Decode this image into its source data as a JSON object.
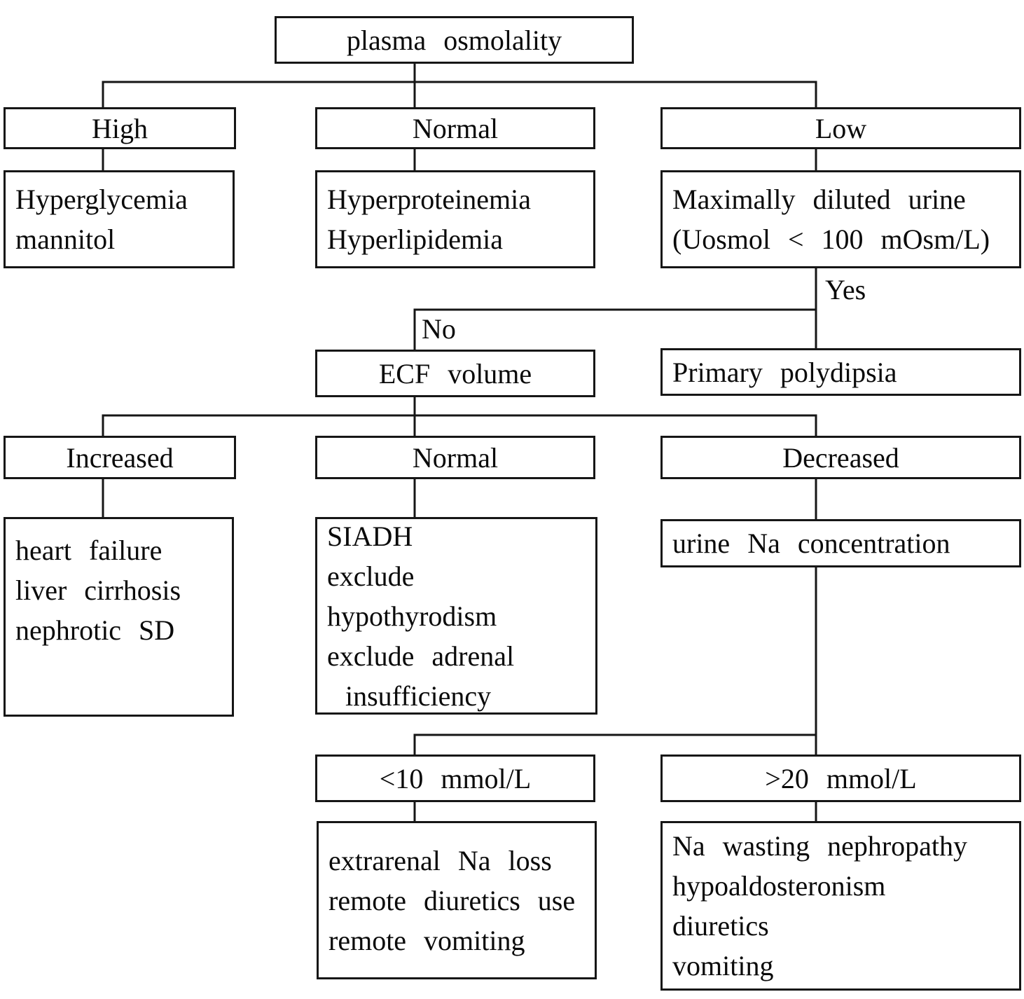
{
  "colors": {
    "ink": "#161616",
    "background": "#ffffff"
  },
  "flowchart": {
    "root": {
      "label": "plasma osmolality"
    },
    "branch_labels": {
      "yes": "Yes",
      "no": "No"
    },
    "nodes": {
      "plasma_high": {
        "label": "High"
      },
      "plasma_normal": {
        "label": "Normal"
      },
      "plasma_low": {
        "label": "Low"
      },
      "high_causes": {
        "lines": [
          "Hyperglycemia",
          "mannitol"
        ]
      },
      "normal_causes": {
        "lines": [
          "Hyperproteinemia",
          "Hyperlipidemia"
        ]
      },
      "low_test": {
        "lines": [
          "Maximally diluted urine",
          "(Uosmol < 100 mOsm/L)"
        ]
      },
      "ecf_volume": {
        "label": "ECF volume"
      },
      "primary_polydipsia": {
        "label": "Primary polydipsia"
      },
      "ecf_increased": {
        "label": "Increased"
      },
      "ecf_normal": {
        "label": "Normal"
      },
      "ecf_decreased": {
        "label": "Decreased"
      },
      "increased_causes": {
        "lines": [
          "heart failure",
          "liver cirrhosis",
          "nephrotic SD"
        ]
      },
      "normal_ecf_causes": {
        "lines": [
          "SIADH",
          "exclude hypothyrodism",
          "exclude adrenal",
          "insufficiency"
        ]
      },
      "urine_na": {
        "label": "urine Na concentration"
      },
      "urine_na_low": {
        "label": "<10 mmol/L"
      },
      "urine_na_high": {
        "label": ">20 mmol/L"
      },
      "urine_na_low_causes": {
        "lines": [
          "extrarenal Na loss",
          "remote diuretics use",
          "remote vomiting"
        ]
      },
      "urine_na_high_causes": {
        "lines": [
          "Na wasting nephropathy",
          "hypoaldosteronism",
          "diuretics",
          "vomiting"
        ]
      }
    }
  }
}
